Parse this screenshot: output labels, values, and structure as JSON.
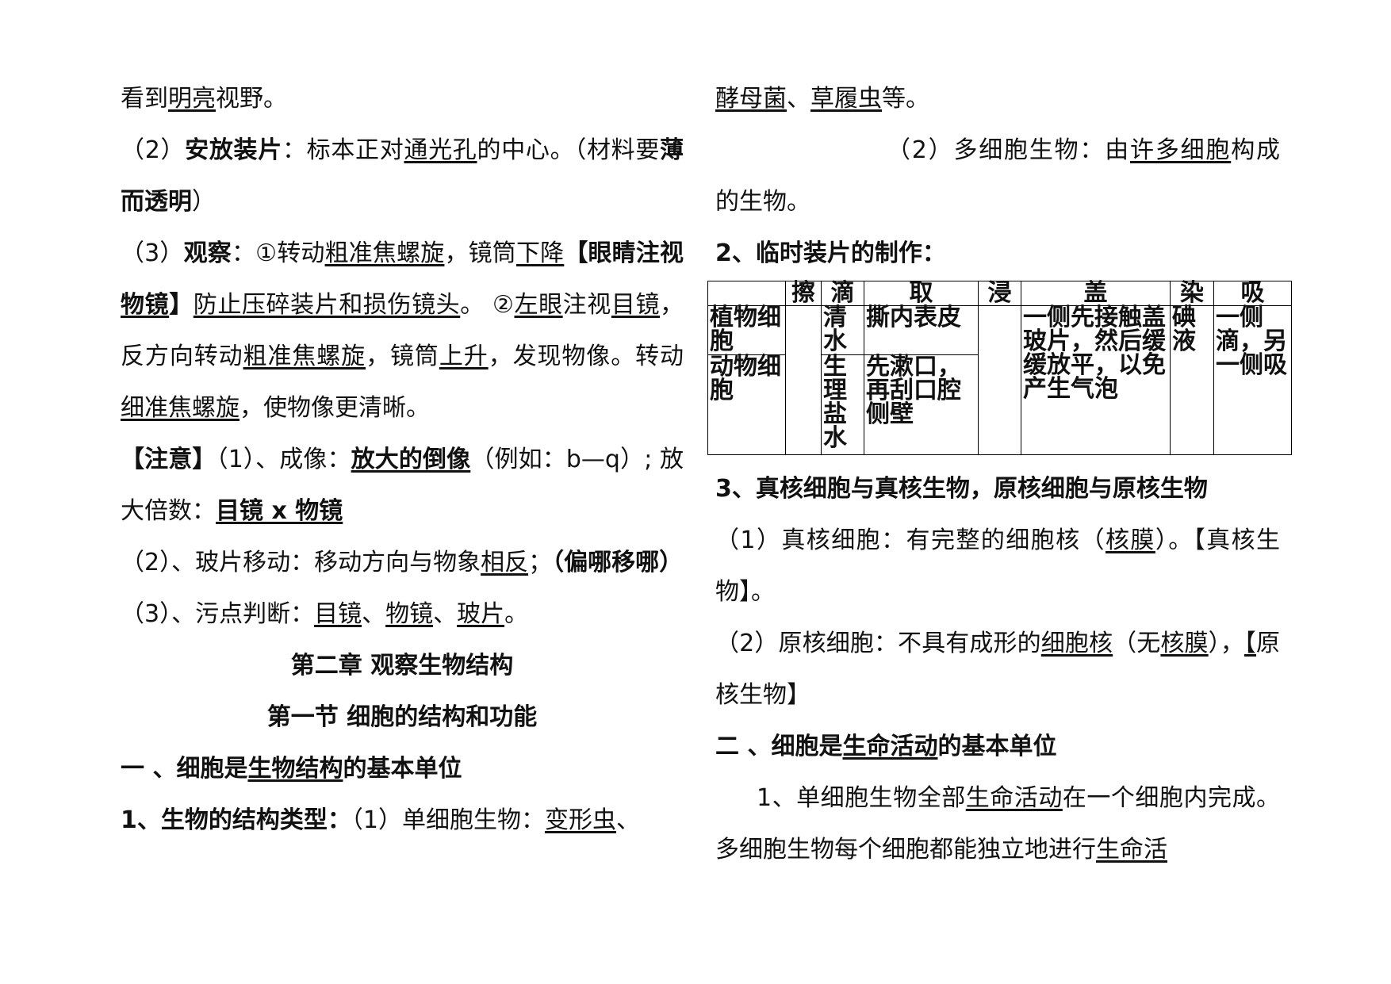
{
  "left": {
    "l1_a": "看到",
    "l1_u": "明亮",
    "l1_b": "视野。",
    "l2_num": "（2）",
    "l2_bold": "安放装片",
    "l2_a": "：标本正对",
    "l2_u": "通光孔",
    "l2_b": "的中心。（材料要",
    "l2_bold2": "薄而透明",
    "l2_c": "）",
    "l3_num": "（3）",
    "l3_bold": "观察",
    "l3_a": "：①转动",
    "l3_u1": "粗准焦螺旋",
    "l3_b": "，镜筒",
    "l3_u2": "下降",
    "l3_bold2": "【眼睛注视",
    "l3_bu": "物镜",
    "l3_bold3": "】",
    "l3_u3": "防止压碎装片和损伤镜头",
    "l3_c": "。 ②",
    "l3_u4": "左眼",
    "l3_d": "注视",
    "l3_u5": "目镜",
    "l3_e": "，反方向转动",
    "l3_u6": "粗准焦螺旋",
    "l3_f": "，镜筒",
    "l3_u7": "上升",
    "l3_g": "，发现物像。转动",
    "l3_u8": "细准焦螺旋",
    "l3_h": "，使物像更清晰。",
    "n_bold": "【注意】",
    "n_a": "（1）、成像：",
    "n_bu": "放大的倒像",
    "n_b": "（例如：b—q）; 放大倍数：",
    "n_bu2": "目镜 x 物镜",
    "n2_a": "（2）、玻片移动：移动方向与物象",
    "n2_u": "相反",
    "n2_b": "；",
    "n2_bold": "（偏哪移哪）",
    "n3_a": "（3）、污点判断：",
    "n3_u1": "目镜",
    "n3_sep1": "、",
    "n3_u2": "物镜",
    "n3_sep2": "、",
    "n3_u3": "玻片",
    "n3_end": "。",
    "chapter": "第二章 观察生物结构",
    "section": "第一节 细胞的结构和功能",
    "h1_a": "一 、细胞是",
    "h1_u": "生物结构",
    "h1_b": "的基本单位",
    "t1_bold": "1、生物的结构类型：",
    "t1_a": "（1）单细胞生物：",
    "t1_u": "变形虫",
    "t1_b": "、"
  },
  "right": {
    "r1_u1": "酵母菌",
    "r1_sep": "、",
    "r1_u2": "草履虫",
    "r1_end": "等。",
    "r2_a": "（2）多细胞生物：由",
    "r2_u": "许多细胞",
    "r2_b": "构成的生物。",
    "h2": "2、临时装片的制作：",
    "table": {
      "headers": [
        "",
        "擦",
        "滴",
        "取",
        "浸",
        "盖",
        "染",
        "吸"
      ],
      "row_label_1": "植物细胞",
      "row_label_2": "动物细胞",
      "drop_1": "清水",
      "drop_2": "生理盐水",
      "take_1": "撕内表皮",
      "take_2": "先漱口，再刮口腔侧壁",
      "cover": "一侧先接触盖玻片，然后缓缓放平，以免产生气泡",
      "stain": "碘液",
      "absorb": "一侧滴，另一侧吸"
    },
    "h3": "3、真核细胞与真核生物，原核细胞与原核生物",
    "e1_a": "（1）真核细胞：有完整的细胞核（",
    "e1_u": "核膜",
    "e1_b": "）。【真核生物】。",
    "e2_a": "（2）原核细胞：不具有成形的",
    "e2_u1": "细胞核",
    "e2_b": "（无",
    "e2_u2": "核膜",
    "e2_c": "），",
    "e2_u3": "【",
    "e2_d": "原核生物】",
    "h4_a": "二 、细胞是",
    "h4_u": "生命活动",
    "h4_b": "的基本单位",
    "s1_a": "1、单细胞生物全部",
    "s1_u": "生命活动",
    "s1_b": "在一个细胞内完成。多细胞生物每个细胞都能独立地进行",
    "s1_u2": "生命活"
  }
}
